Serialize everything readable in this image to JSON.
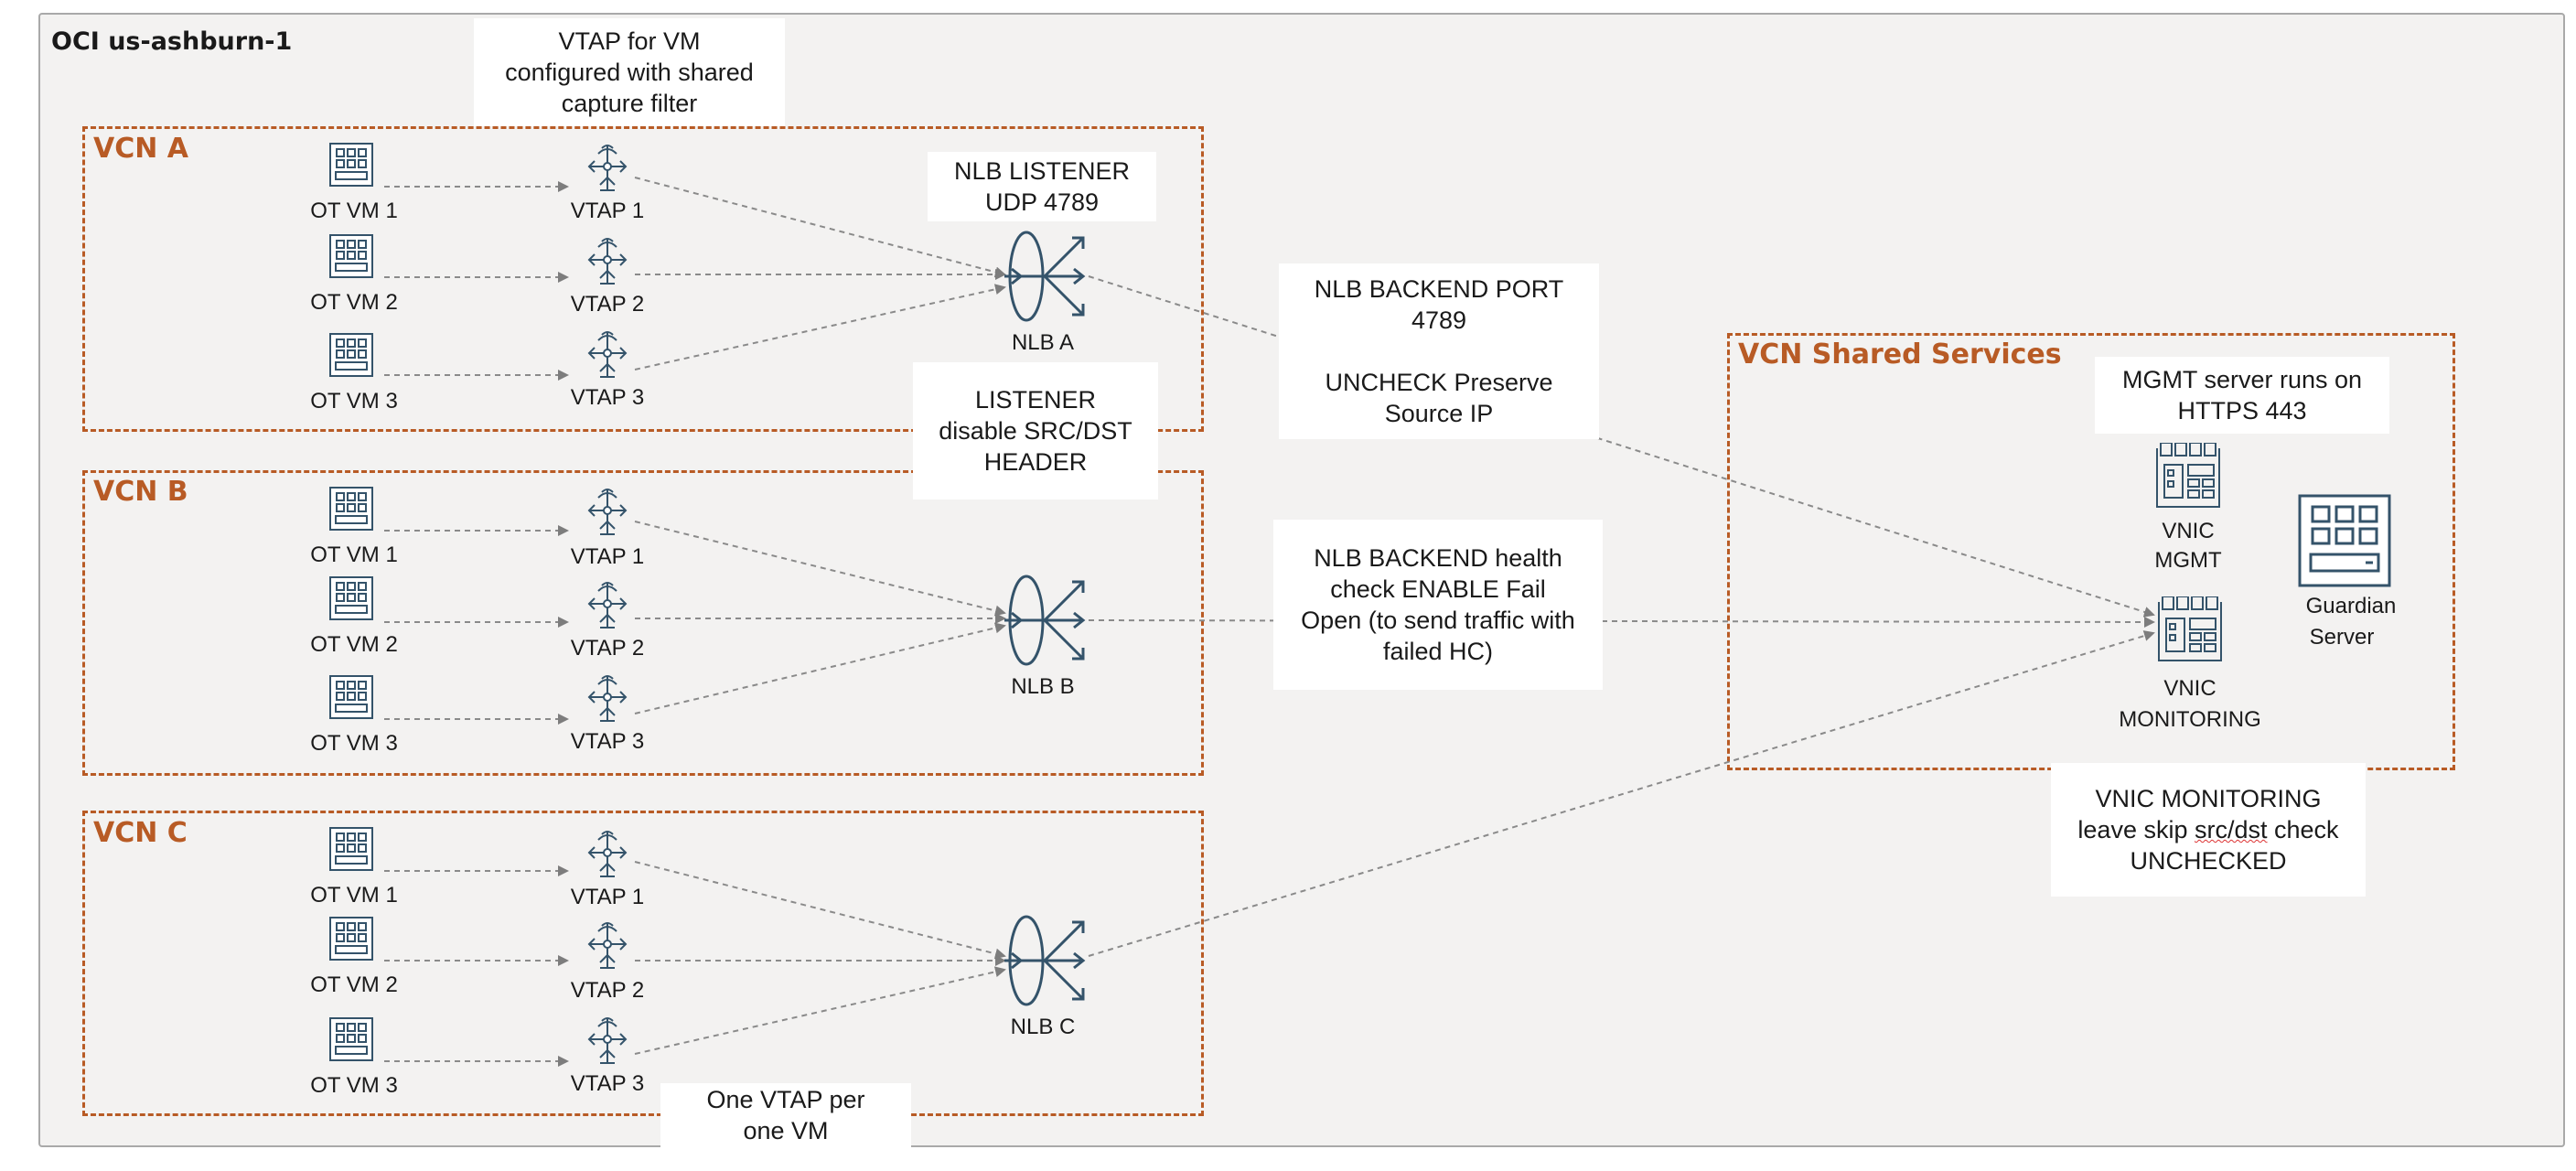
{
  "region_title": "OCI us-ashburn-1",
  "vcns": [
    {
      "title": "VCN A",
      "vms": [
        "OT VM 1",
        "OT VM 2",
        "OT VM 3"
      ],
      "vtaps": [
        "VTAP 1",
        "VTAP 2",
        "VTAP 3"
      ],
      "nlb": "NLB A"
    },
    {
      "title": "VCN B",
      "vms": [
        "OT VM 1",
        "OT VM 2",
        "OT VM 3"
      ],
      "vtaps": [
        "VTAP 1",
        "VTAP 2",
        "VTAP 3"
      ],
      "nlb": "NLB B"
    },
    {
      "title": "VCN C",
      "vms": [
        "OT VM 1",
        "OT VM 2",
        "OT VM 3"
      ],
      "vtaps": [
        "VTAP 1",
        "VTAP 2",
        "VTAP 3"
      ],
      "nlb": "NLB C"
    }
  ],
  "shared": {
    "title": "VCN Shared Services",
    "vnic_mgmt": [
      "VNIC",
      "MGMT"
    ],
    "vnic_monitoring": [
      "VNIC",
      "MONITORING"
    ],
    "guardian": [
      "Guardian",
      "Server"
    ]
  },
  "notes": {
    "vtap_filter": [
      "VTAP for VM",
      "configured with shared",
      "capture filter"
    ],
    "nlb_listener": [
      "NLB LISTENER",
      "UDP 4789"
    ],
    "listener_header": [
      "LISTENER",
      "disable SRC/DST",
      "HEADER"
    ],
    "backend_port": [
      "NLB BACKEND PORT",
      "4789",
      "",
      "UNCHECK Preserve",
      "Source IP"
    ],
    "health_check": [
      "NLB BACKEND health",
      "check ENABLE Fail",
      "Open (to send traffic with",
      "failed HC)"
    ],
    "mgmt_https": [
      "MGMT server runs on",
      "HTTPS 443"
    ],
    "vnic_monitoring": [
      "VNIC MONITORING",
      "leave skip ",
      "src/dst",
      " check",
      "UNCHECKED"
    ],
    "one_vtap": [
      "One VTAP per",
      "one VM"
    ]
  },
  "colors": {
    "accent": "#b85b25",
    "icon": "#34536a",
    "region_bg": "#f3f2f1",
    "line": "#8a8a8a"
  }
}
